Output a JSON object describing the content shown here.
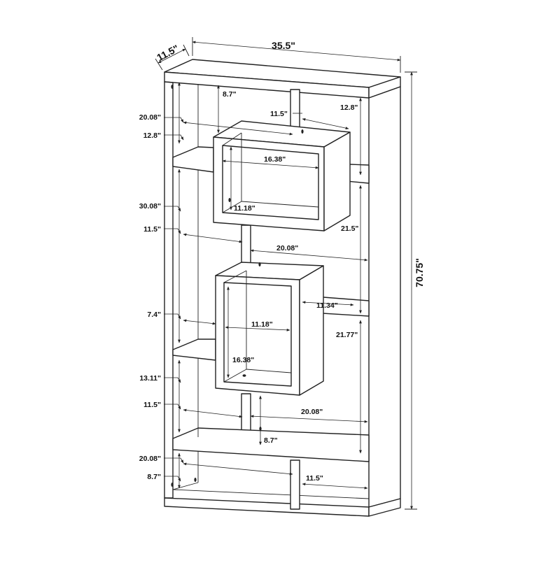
{
  "diagram": {
    "overall": {
      "depth": "11.5\"",
      "width": "35.5\"",
      "height": "70.75\""
    },
    "left_labels": [
      "20.08\"",
      "12.8\"",
      "30.08\"",
      "11.5\"",
      "7.4\"",
      "13.11\"",
      "11.5\"",
      "20.08\"",
      "8.7\""
    ],
    "inner_labels": {
      "top_gap_height": "8.7\"",
      "top_cubby_depth": "11.5\"",
      "top_right_height": "12.8\"",
      "upper_box_width": "16.38\"",
      "upper_box_height": "11.18\"",
      "upper_right_height": "21.5\"",
      "middle_width": "20.08\"",
      "small_shelf_depth": "11.34\"",
      "lower_box_width": "11.18\"",
      "lower_right_height": "21.77\"",
      "lower_box_height": "16.38\"",
      "lower_width": "20.08\"",
      "lower_gap_height": "8.7\"",
      "bottom_cubby_depth": "11.5\""
    }
  }
}
